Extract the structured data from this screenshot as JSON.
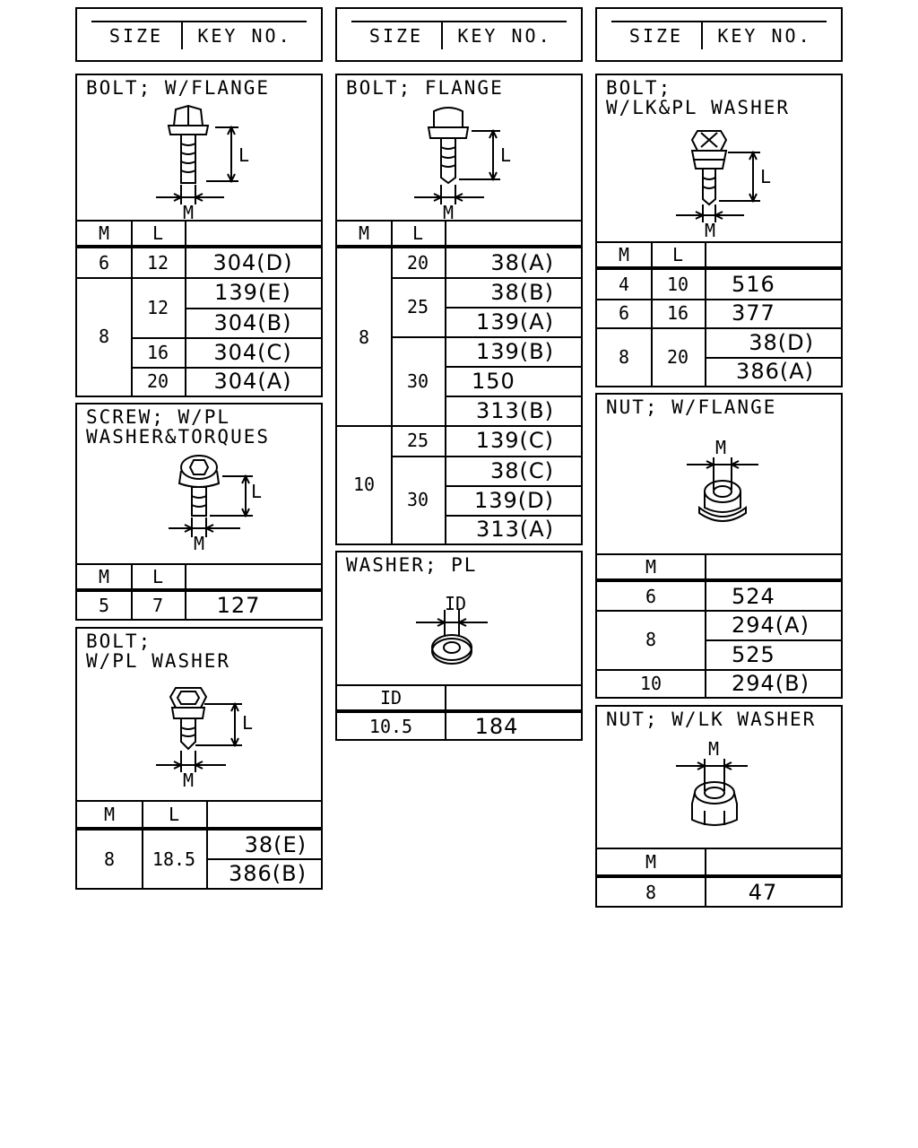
{
  "header": {
    "size_label": "SIZE",
    "key_label": "KEY NO."
  },
  "columns": {
    "m": "M",
    "l": "L",
    "id": "ID"
  },
  "dim": {
    "l": "L",
    "m": "M",
    "id": "ID"
  },
  "bolt_w_flange": {
    "title": "BOLT; W/FLANGE",
    "rows": [
      {
        "m": "6",
        "l": "12",
        "key": "304(D)"
      },
      {
        "m": "8",
        "l": "12",
        "key": "139(E)"
      },
      {
        "key": "304(B)"
      },
      {
        "l": "16",
        "key": "304(C)"
      },
      {
        "l": "20",
        "key": "304(A)"
      }
    ]
  },
  "screw_w_pl_washer": {
    "title_line1": "SCREW; W/PL",
    "title_line2": "WASHER&TORQUES",
    "rows": [
      {
        "m": "5",
        "l": "7",
        "key": "127"
      }
    ]
  },
  "bolt_w_pl_washer": {
    "title_line1": "BOLT;",
    "title_line2": "W/PL WASHER",
    "rows": [
      {
        "m": "8",
        "l": "18.5",
        "key": "38(E)"
      },
      {
        "key": "386(B)"
      }
    ]
  },
  "bolt_flange": {
    "title": "BOLT; FLANGE",
    "m_values": [
      "8",
      "10"
    ],
    "l_values": [
      "20",
      "25",
      "30",
      "25",
      "30"
    ],
    "keys": [
      "38(A)",
      "38(B)",
      "139(A)",
      "139(B)",
      "150",
      "313(B)",
      "139(C)",
      "38(C)",
      "139(D)",
      "313(A)"
    ]
  },
  "washer_pl": {
    "title": "WASHER; PL",
    "rows": [
      {
        "id": "10.5",
        "key": "184"
      }
    ]
  },
  "bolt_w_lk_pl_washer": {
    "title_line1": "BOLT;",
    "title_line2": "W/LK&PL WASHER",
    "rows": [
      {
        "m": "4",
        "l": "10",
        "key": "516"
      },
      {
        "m": "6",
        "l": "16",
        "key": "377"
      },
      {
        "m": "8",
        "l": "20",
        "key": "38(D)"
      },
      {
        "key": "386(A)"
      }
    ]
  },
  "nut_w_flange": {
    "title": "NUT; W/FLANGE",
    "rows": [
      {
        "m": "6",
        "key": "524"
      },
      {
        "m": "8",
        "key": "294(A)"
      },
      {
        "key": "525"
      },
      {
        "m": "10",
        "key": "294(B)"
      }
    ]
  },
  "nut_w_lk_washer": {
    "title": "NUT; W/LK WASHER",
    "rows": [
      {
        "m": "8",
        "key": "47"
      }
    ]
  }
}
